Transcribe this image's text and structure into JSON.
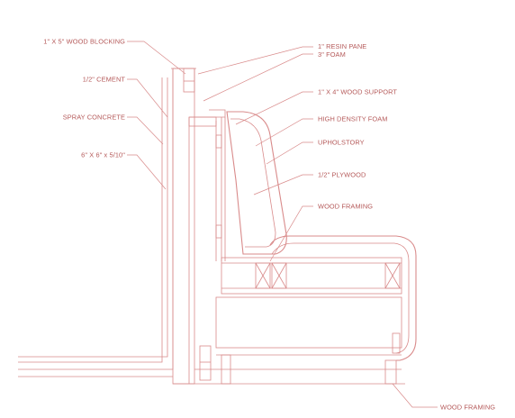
{
  "labels": {
    "wood_blocking": "1\" X 5\" WOOD BLOCKING",
    "cement": "1/2\" CEMENT",
    "spray_concrete": "SPRAY CONCRETE",
    "post": "6\" X 6\" x 5/10\"",
    "resin_pane": "1\" RESIN PANE",
    "foam": "3\" FOAM",
    "wood_support": "1\" X 4\" WOOD SUPPORT",
    "high_density_foam": "HIGH DENSITY FOAM",
    "upholstory": "UPHOLSTORY",
    "plywood": "1/2\" PLYWOOD",
    "wood_framing": "WOOD FRAMING",
    "wood_framing_bottom": "WOOD FRAMING"
  },
  "colors": {
    "line": "#d98b8b",
    "text": "#b55a5a",
    "background": "#ffffff"
  }
}
